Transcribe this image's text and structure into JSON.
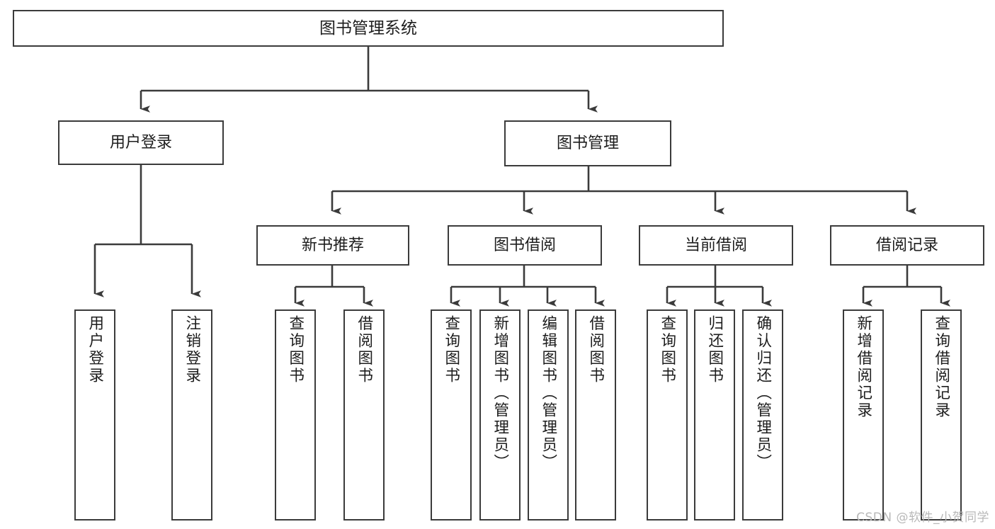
{
  "diagram": {
    "title": "图书管理系统",
    "type": "tree-hierarchy",
    "watermark": "CSDN @软件_小贺同学",
    "colors": {
      "background": "#ffffff",
      "box_border": "#3b3b3b",
      "box_fill": "#ffffff",
      "connector": "#3b3b3b",
      "text": "#1d1d1d",
      "watermark": "#b8b8b8"
    },
    "root": {
      "label": "图书管理系统"
    },
    "level1": [
      {
        "label": "用户登录"
      },
      {
        "label": "图书管理"
      }
    ],
    "level2": [
      {
        "label": "新书推荐"
      },
      {
        "label": "图书借阅"
      },
      {
        "label": "当前借阅"
      },
      {
        "label": "借阅记录"
      }
    ],
    "leaves": {
      "user_login": [
        {
          "label": "用户登录"
        },
        {
          "label": "注销登录"
        }
      ],
      "new_book_recommend": [
        {
          "label": "查询图书"
        },
        {
          "label": "借阅图书"
        }
      ],
      "book_borrow": [
        {
          "label": "查询图书"
        },
        {
          "label": "新增图书（管理员）"
        },
        {
          "label": "编辑图书（管理员）"
        },
        {
          "label": "借阅图书"
        }
      ],
      "current_borrow": [
        {
          "label": "查询图书"
        },
        {
          "label": "归还图书"
        },
        {
          "label": "确认归还（管理员）"
        }
      ],
      "borrow_record": [
        {
          "label": "新增借阅记录"
        },
        {
          "label": "查询借阅记录"
        }
      ]
    }
  }
}
